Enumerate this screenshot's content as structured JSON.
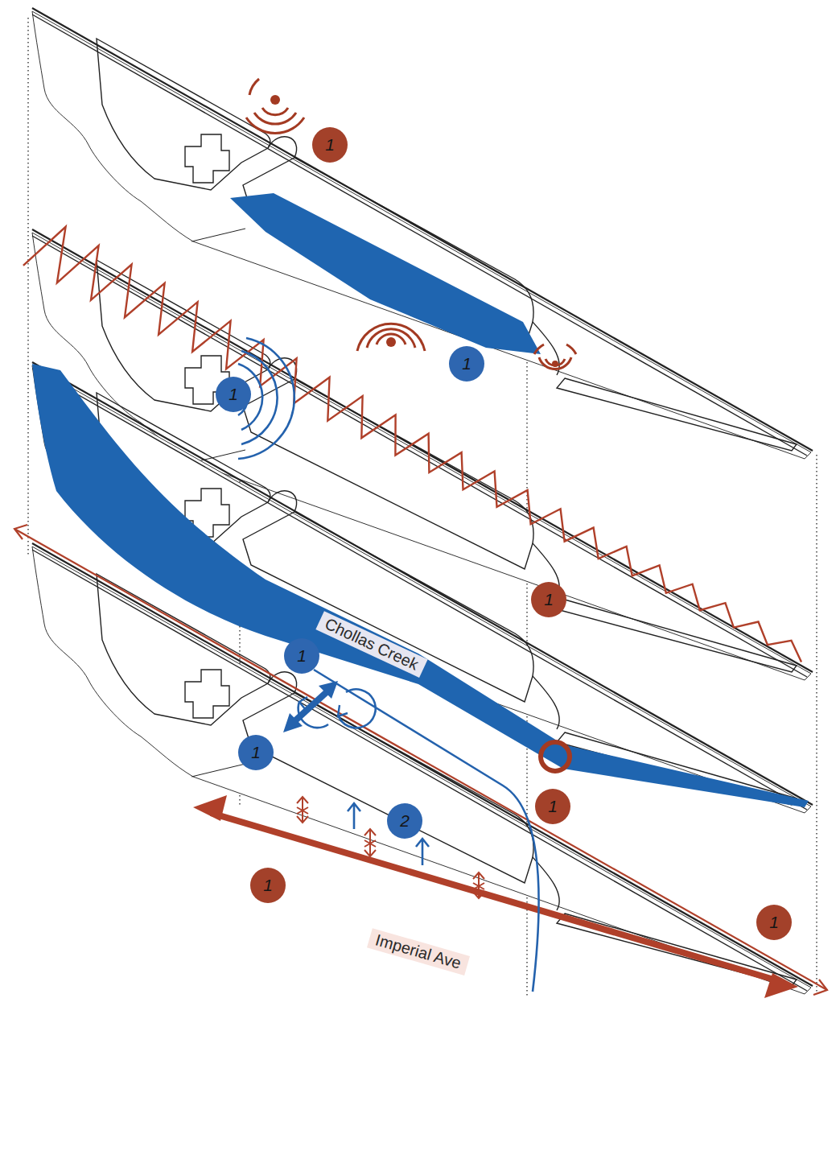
{
  "diagram": {
    "labels": [
      "1",
      "1",
      "1",
      "1",
      "1",
      "Chollas Creek",
      "1",
      "1",
      "2",
      "1",
      "Imperial Ave",
      "1"
    ]
  }
}
